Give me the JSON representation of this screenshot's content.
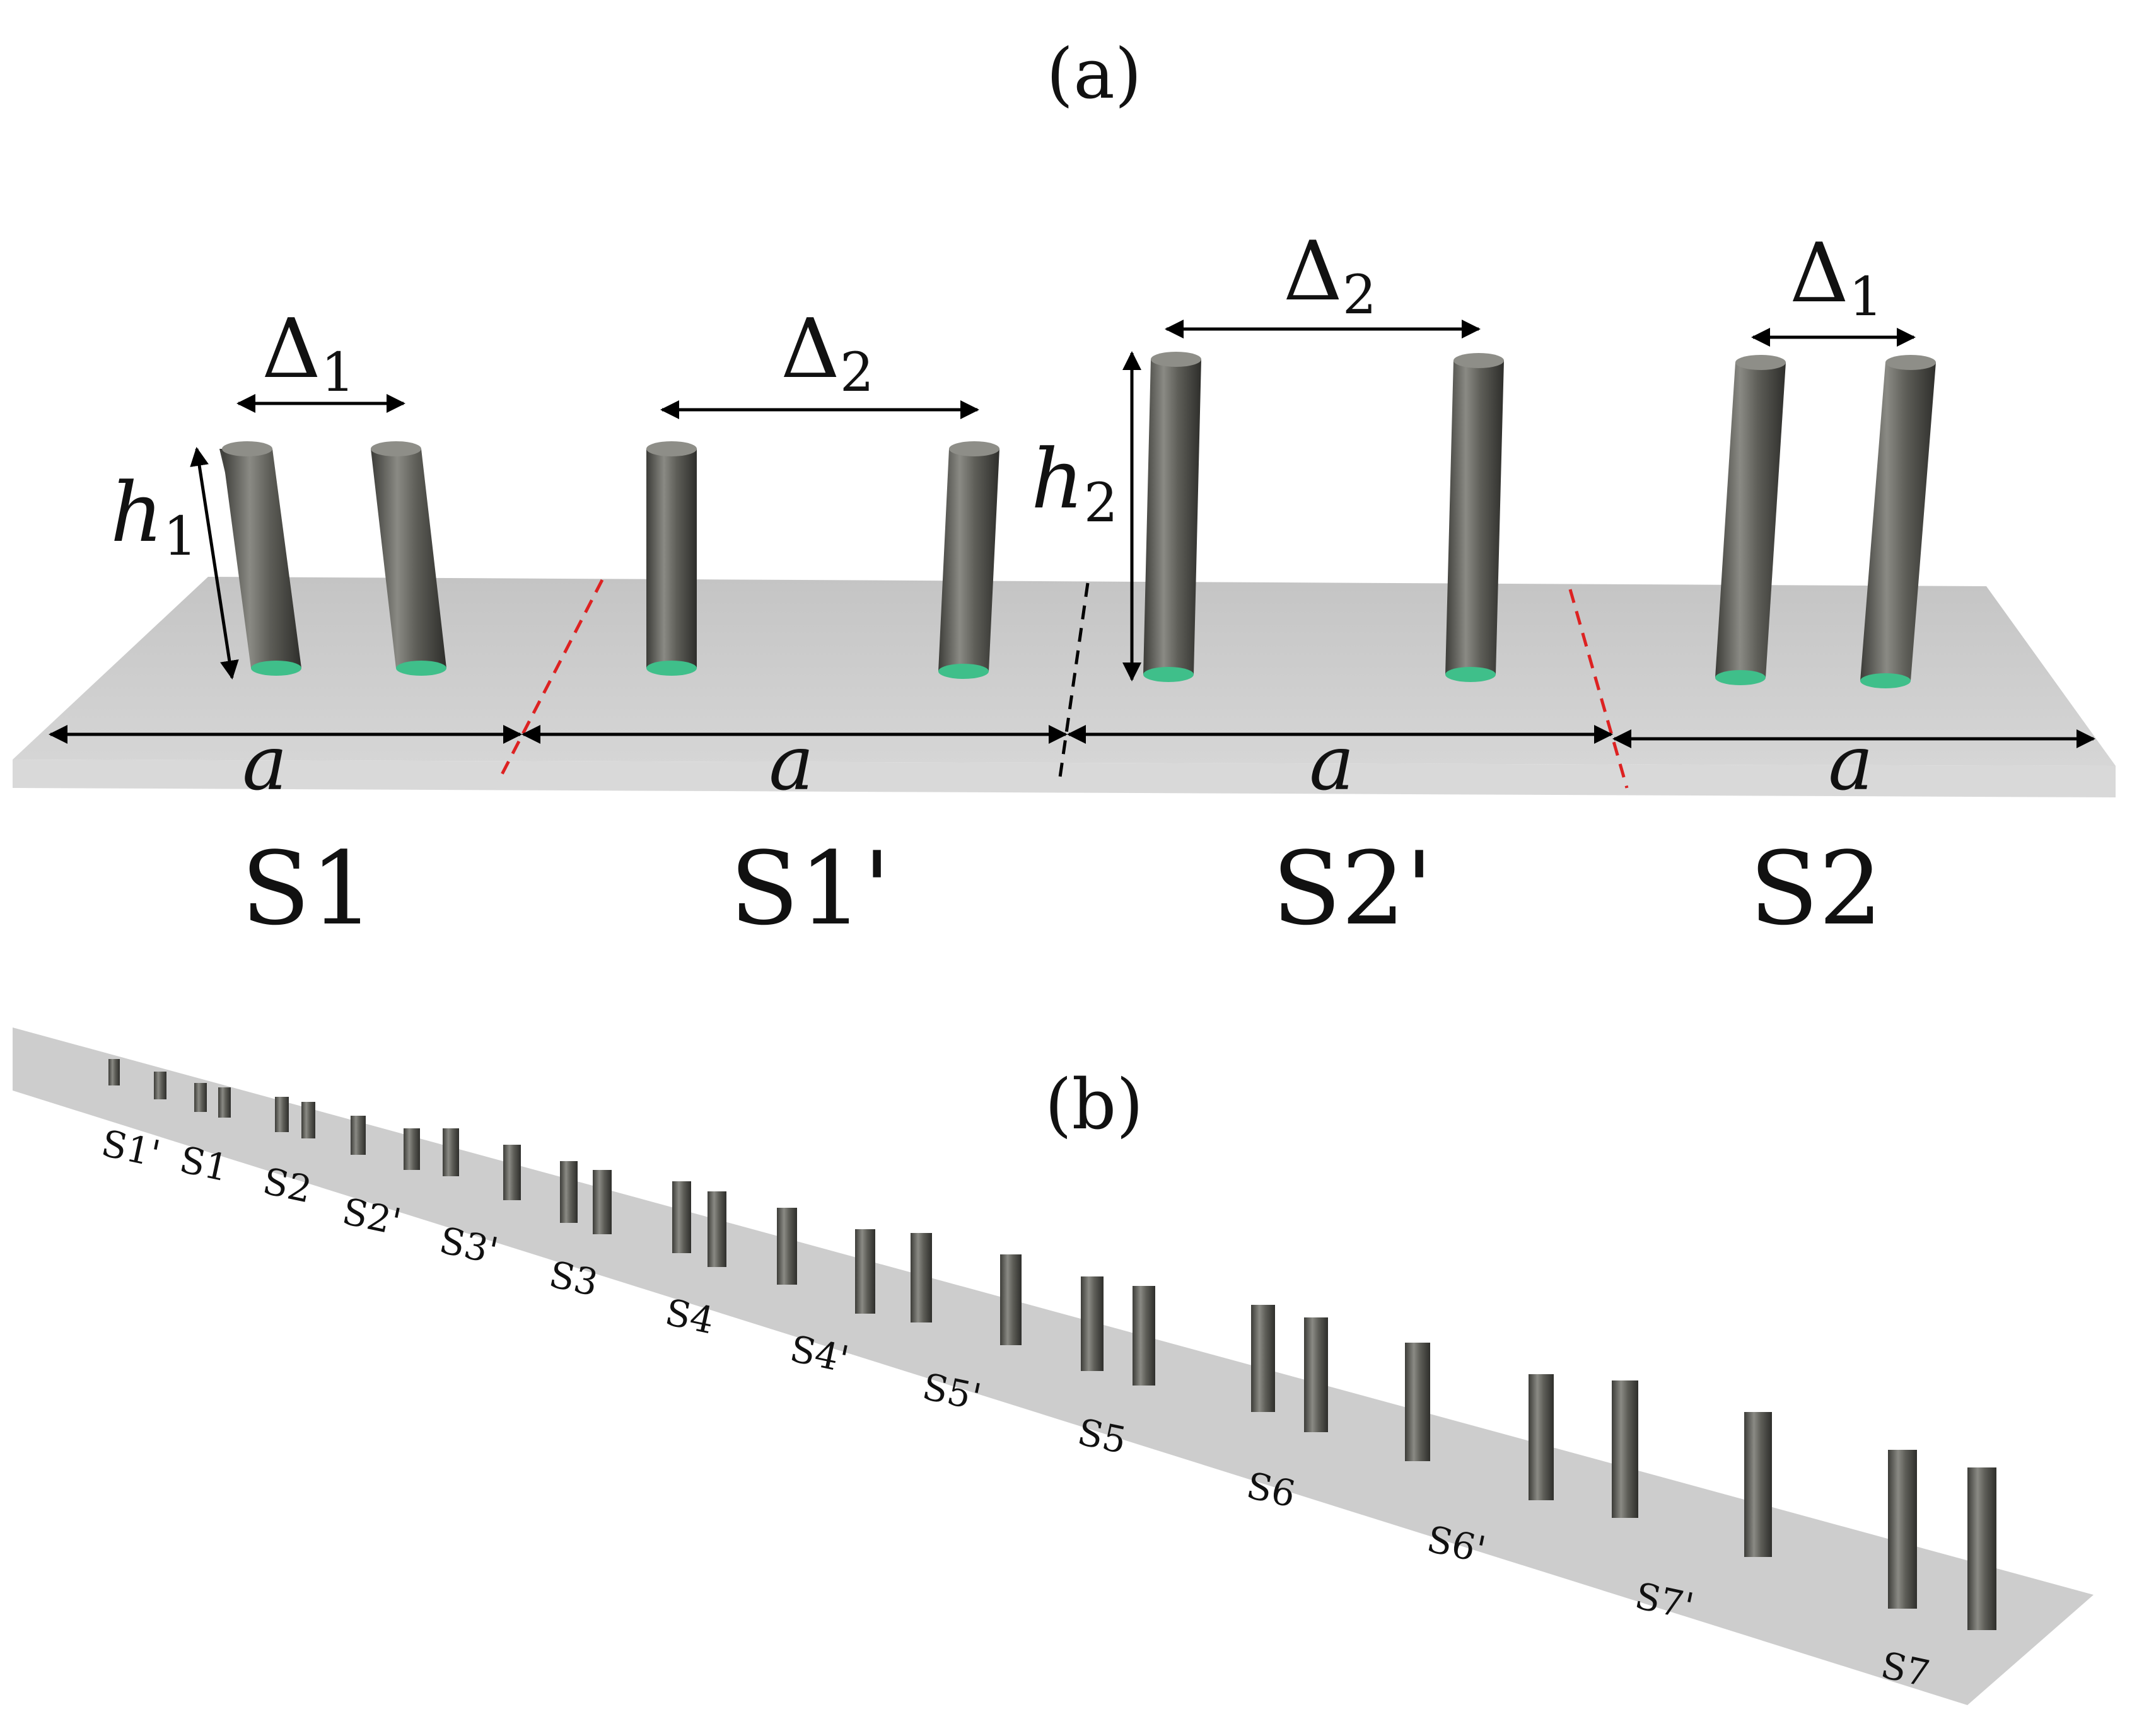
{
  "panel_a": {
    "label": "(a)",
    "delta": "Δ",
    "delta1_sub": "1",
    "delta2_sub": "2",
    "h_symbol": "h",
    "h1_sub": "1",
    "h2_sub": "2",
    "period_label": "a",
    "cells": [
      "S1",
      "S1'",
      "S2'",
      "S2"
    ]
  },
  "panel_b": {
    "label": "(b)",
    "site_labels": [
      "S1'",
      "S1",
      "S2",
      "S2'",
      "S3'",
      "S3",
      "S4",
      "S4'",
      "S5'",
      "S5",
      "S6",
      "S6'",
      "S7'",
      "S7"
    ]
  },
  "colors": {
    "rod": "#5e5e58",
    "rod_light": "#8a8a84",
    "rod_base": "#3fbf8a",
    "substrate": "#cdcdcd",
    "boundary_red": "#dd2222",
    "boundary_black": "#000000"
  }
}
